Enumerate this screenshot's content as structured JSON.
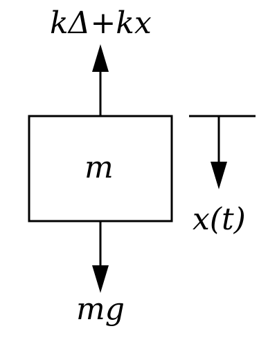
{
  "diagram": {
    "labels": {
      "upward_force": "kΔ+kx",
      "mass": "m",
      "displacement": "x(t)",
      "downward_force": "mg"
    },
    "colors": {
      "stroke": "#000000",
      "background": "#ffffff"
    }
  }
}
